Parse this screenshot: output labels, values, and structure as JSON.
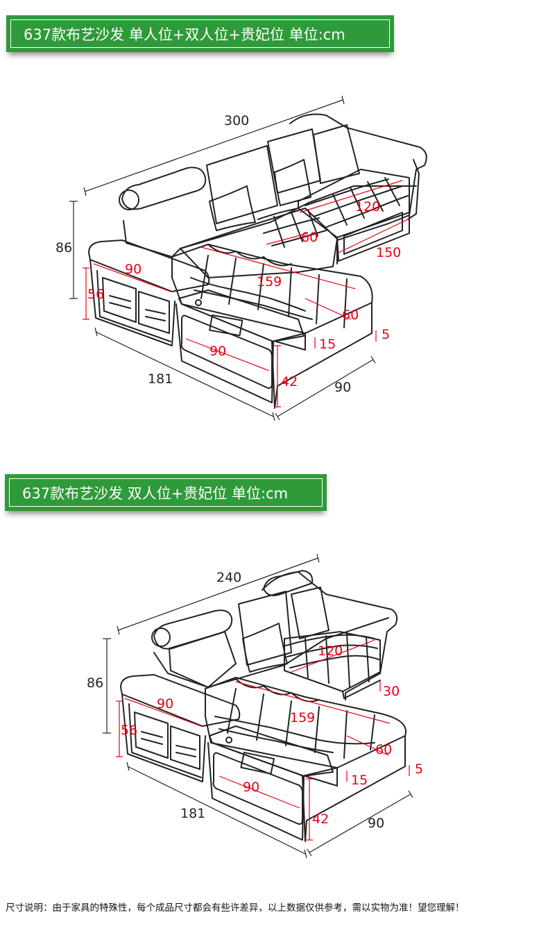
{
  "banners": [
    {
      "title": "637款布艺沙发  单人位+双人位+贵妃位  单位:cm"
    },
    {
      "title": "637款布艺沙发  双人位+贵妃位  单位:cm"
    }
  ],
  "diagram1": {
    "width_total": "300",
    "height_total": "86",
    "armrest_depth": "90",
    "armrest_height": "56",
    "seat_width_right": "120",
    "seat_depth_mid": "60",
    "side_length": "150",
    "chaise_length": "159",
    "chaise_seat_depth": "60",
    "cushion_height": "15",
    "leg_height": "5",
    "storage_width": "90",
    "storage_height": "42",
    "front_width": "181",
    "chaise_depth": "90"
  },
  "diagram2": {
    "width_total": "240",
    "height_total": "86",
    "armrest_depth": "90",
    "armrest_height": "56",
    "seat_width_right": "120",
    "side_length": "30",
    "chaise_length": "159",
    "chaise_seat_depth": "60",
    "cushion_height": "15",
    "leg_height": "5",
    "storage_width": "90",
    "storage_height": "42",
    "front_width": "181",
    "chaise_depth": "90"
  },
  "footer_note": "尺寸说明：由于家具的特殊性，每个成品尺寸都会有些许差异，以上数据仅供参考，需以实物为准！望您理解！"
}
